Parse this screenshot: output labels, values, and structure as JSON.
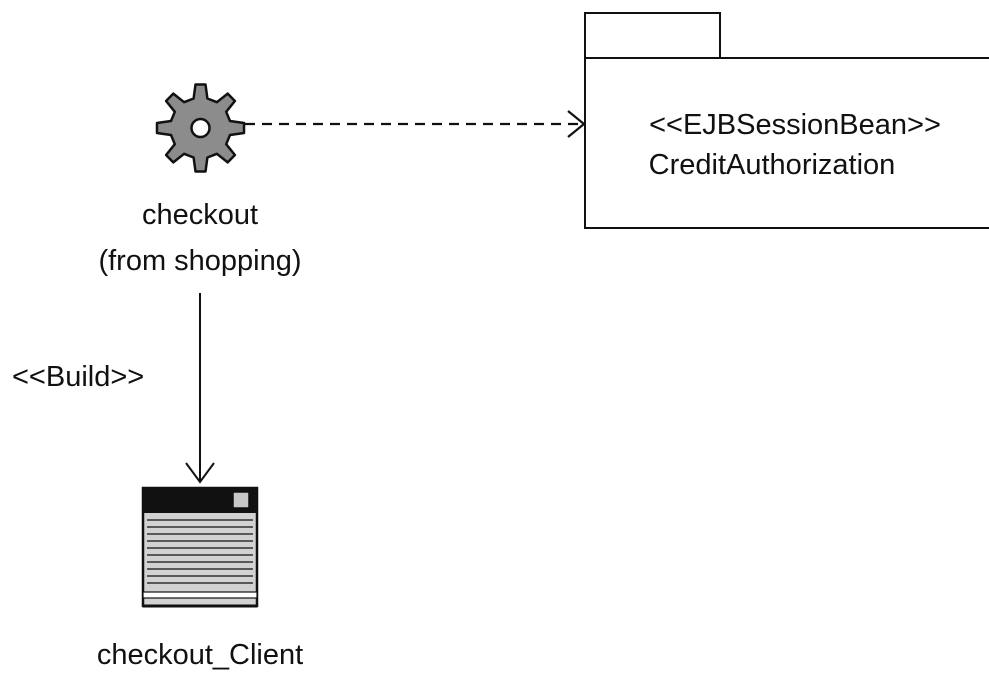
{
  "diagram": {
    "checkout_component": {
      "name": "checkout",
      "source": "(from shopping)",
      "icon": "gear-icon"
    },
    "package": {
      "stereotype": "<<EJBSessionBean>>",
      "name": "CreditAuthorization"
    },
    "build_dependency": {
      "stereotype": "<<Build>>"
    },
    "client": {
      "name": "checkout_Client",
      "icon": "window-document-icon"
    }
  },
  "colors": {
    "gear_fill": "#8c8c8c",
    "line": "#111111",
    "client_fill": "#d2d2d2",
    "background": "#ffffff"
  }
}
